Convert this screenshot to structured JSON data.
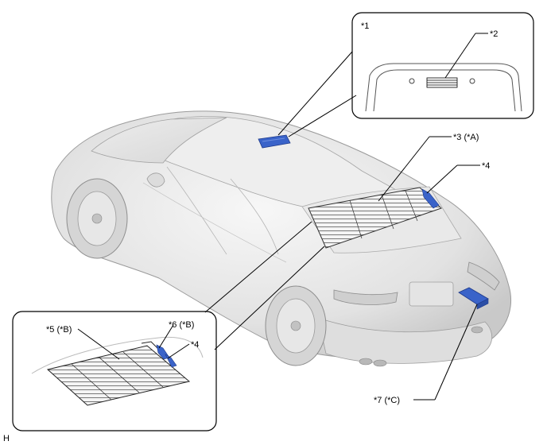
{
  "callouts": {
    "c1": "*1",
    "c2": "*2",
    "c3": "*3 (*A)",
    "c4_main": "*4",
    "c4_inset": "*4",
    "c5": "*5 (*B)",
    "c6": "*6 (*B)",
    "c7": "*7 (*C)"
  },
  "corner_code": "H",
  "colors": {
    "component_blue": "#3a63c9",
    "car_body": "#e6e6e6",
    "car_edge": "#9a9a9a",
    "line": "#000000"
  },
  "icons": [
    "antenna-amplifier-icon",
    "defogger-grid-icon",
    "connector-icon"
  ]
}
